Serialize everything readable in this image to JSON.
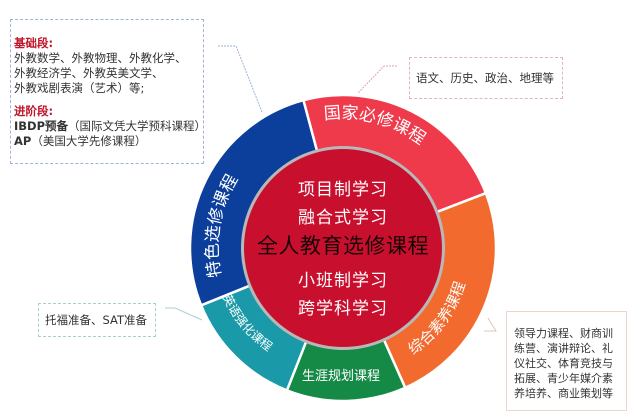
{
  "center": {
    "title": "全人教育选修课程",
    "lines": [
      "项目制学习",
      "融合式学习",
      "小班制学习",
      "跨学科学习"
    ],
    "color": "#c8102e"
  },
  "ring": {
    "segments": [
      {
        "label": "国家必修课程",
        "color": "#ee3a4a"
      },
      {
        "label": "综合素养课程",
        "color": "#f26a2e"
      },
      {
        "label": "生涯规划课程",
        "color": "#158a47"
      },
      {
        "label": "英语强化课程",
        "color": "#1a9aa8"
      },
      {
        "label": "特色选修课程",
        "color": "#0c3f9c"
      }
    ]
  },
  "callouts": {
    "special": {
      "basic_heading": "基础段:",
      "basic_lines": [
        "外教数学、外教物理、外教化学、",
        "外教经济学、外教英美文学、",
        "外教戏剧表演（艺术）等;"
      ],
      "advanced_heading": "进阶段:",
      "advanced_lines": [
        {
          "bold": "IBDP预备",
          "rest": "（国际文凭大学预科课程）"
        },
        {
          "bold": "AP",
          "rest": "（美国大学先修课程）"
        }
      ]
    },
    "national": {
      "text": "语文、历史、政治、地理等"
    },
    "english": {
      "text": "托福准备、SAT准备"
    },
    "literacy": {
      "lines": [
        "领导力课程、财商训",
        "练营、演讲辩论、礼",
        "仪社交、体育竞技与",
        "拓展、青少年媒介素",
        "养培养、商业策划等"
      ]
    }
  }
}
